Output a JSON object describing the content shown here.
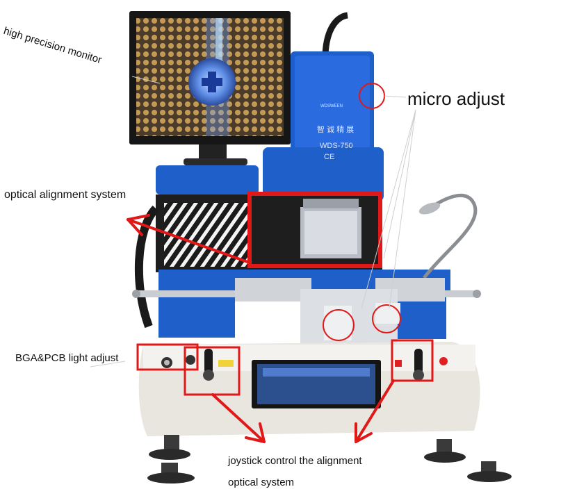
{
  "labels": {
    "monitor": "high precision monitor",
    "micro_adjust": "micro adjust",
    "optical_alignment": "optical alignment system",
    "bga_pcb": "BGA&PCB light adjust",
    "joystick_line1": "joystick control the alignment",
    "joystick_line2": "optical system"
  },
  "device": {
    "model": "WDS-750",
    "mark": "CE",
    "brand": "WDSWEEN",
    "chinese_name": "智 诚 精 展"
  },
  "colors": {
    "machine_blue": "#1f5fc9",
    "base_white": "#e8e6df",
    "annotation_red": "#e01818"
  }
}
